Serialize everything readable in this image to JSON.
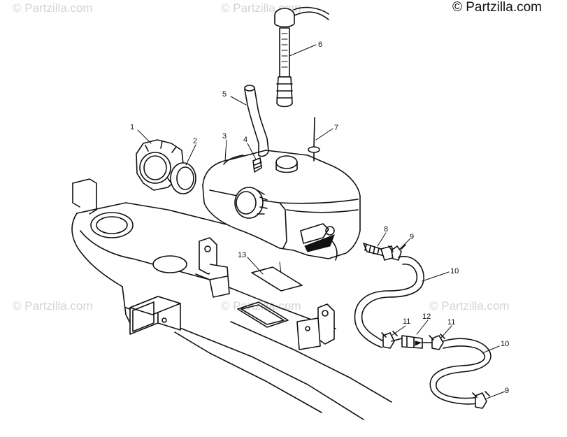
{
  "watermarks": [
    "© Partzilla.com",
    "© Partzilla.com",
    "© Partzilla.com",
    "© Partzilla.com",
    "© Partzilla.com"
  ],
  "brand": "© Partzilla.com",
  "callouts": {
    "c1": "1",
    "c2": "2",
    "c3": "3",
    "c4": "4",
    "c5": "5",
    "c6": "6",
    "c7": "7",
    "c8": "8",
    "c9a": "9",
    "c9b": "9",
    "c10a": "10",
    "c10b": "10",
    "c11a": "11",
    "c11b": "11",
    "c12": "12",
    "c13": "13"
  }
}
